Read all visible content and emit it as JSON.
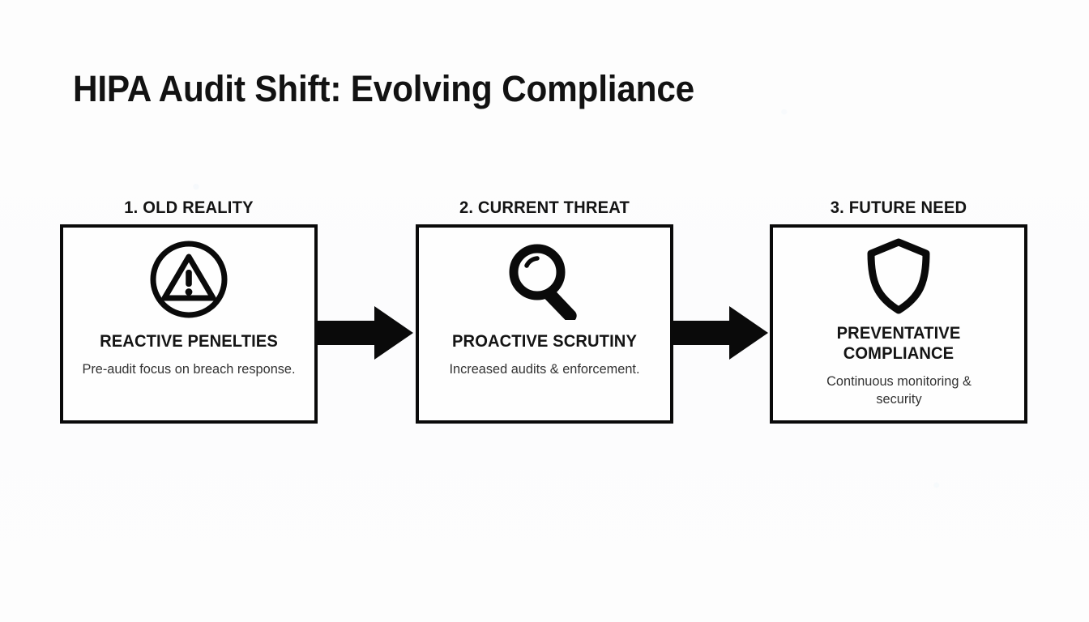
{
  "slide": {
    "title": "HIPA Audit Shift: Evolving Compliance",
    "background_color": "#fdfdfd",
    "ink_color": "#0a0a0a"
  },
  "stages": [
    {
      "header": "1. OLD REALITY",
      "icon": "warning-circle-icon",
      "label": "REACTIVE PENELTIES",
      "description": "Pre-audit focus on breach response."
    },
    {
      "header": "2. CURRENT THREAT",
      "icon": "magnifying-glass-icon",
      "label": "PROACTIVE SCRUTINY",
      "description": "Increased audits & enforcement."
    },
    {
      "header": "3. FUTURE NEED",
      "icon": "shield-icon",
      "label": "PREVENTATIVE COMPLIANCE",
      "description": "Continuous monitoring & security"
    }
  ],
  "connectors": [
    {
      "name": "arrow-old-to-current",
      "direction": "right"
    },
    {
      "name": "arrow-current-to-future",
      "direction": "right"
    }
  ]
}
